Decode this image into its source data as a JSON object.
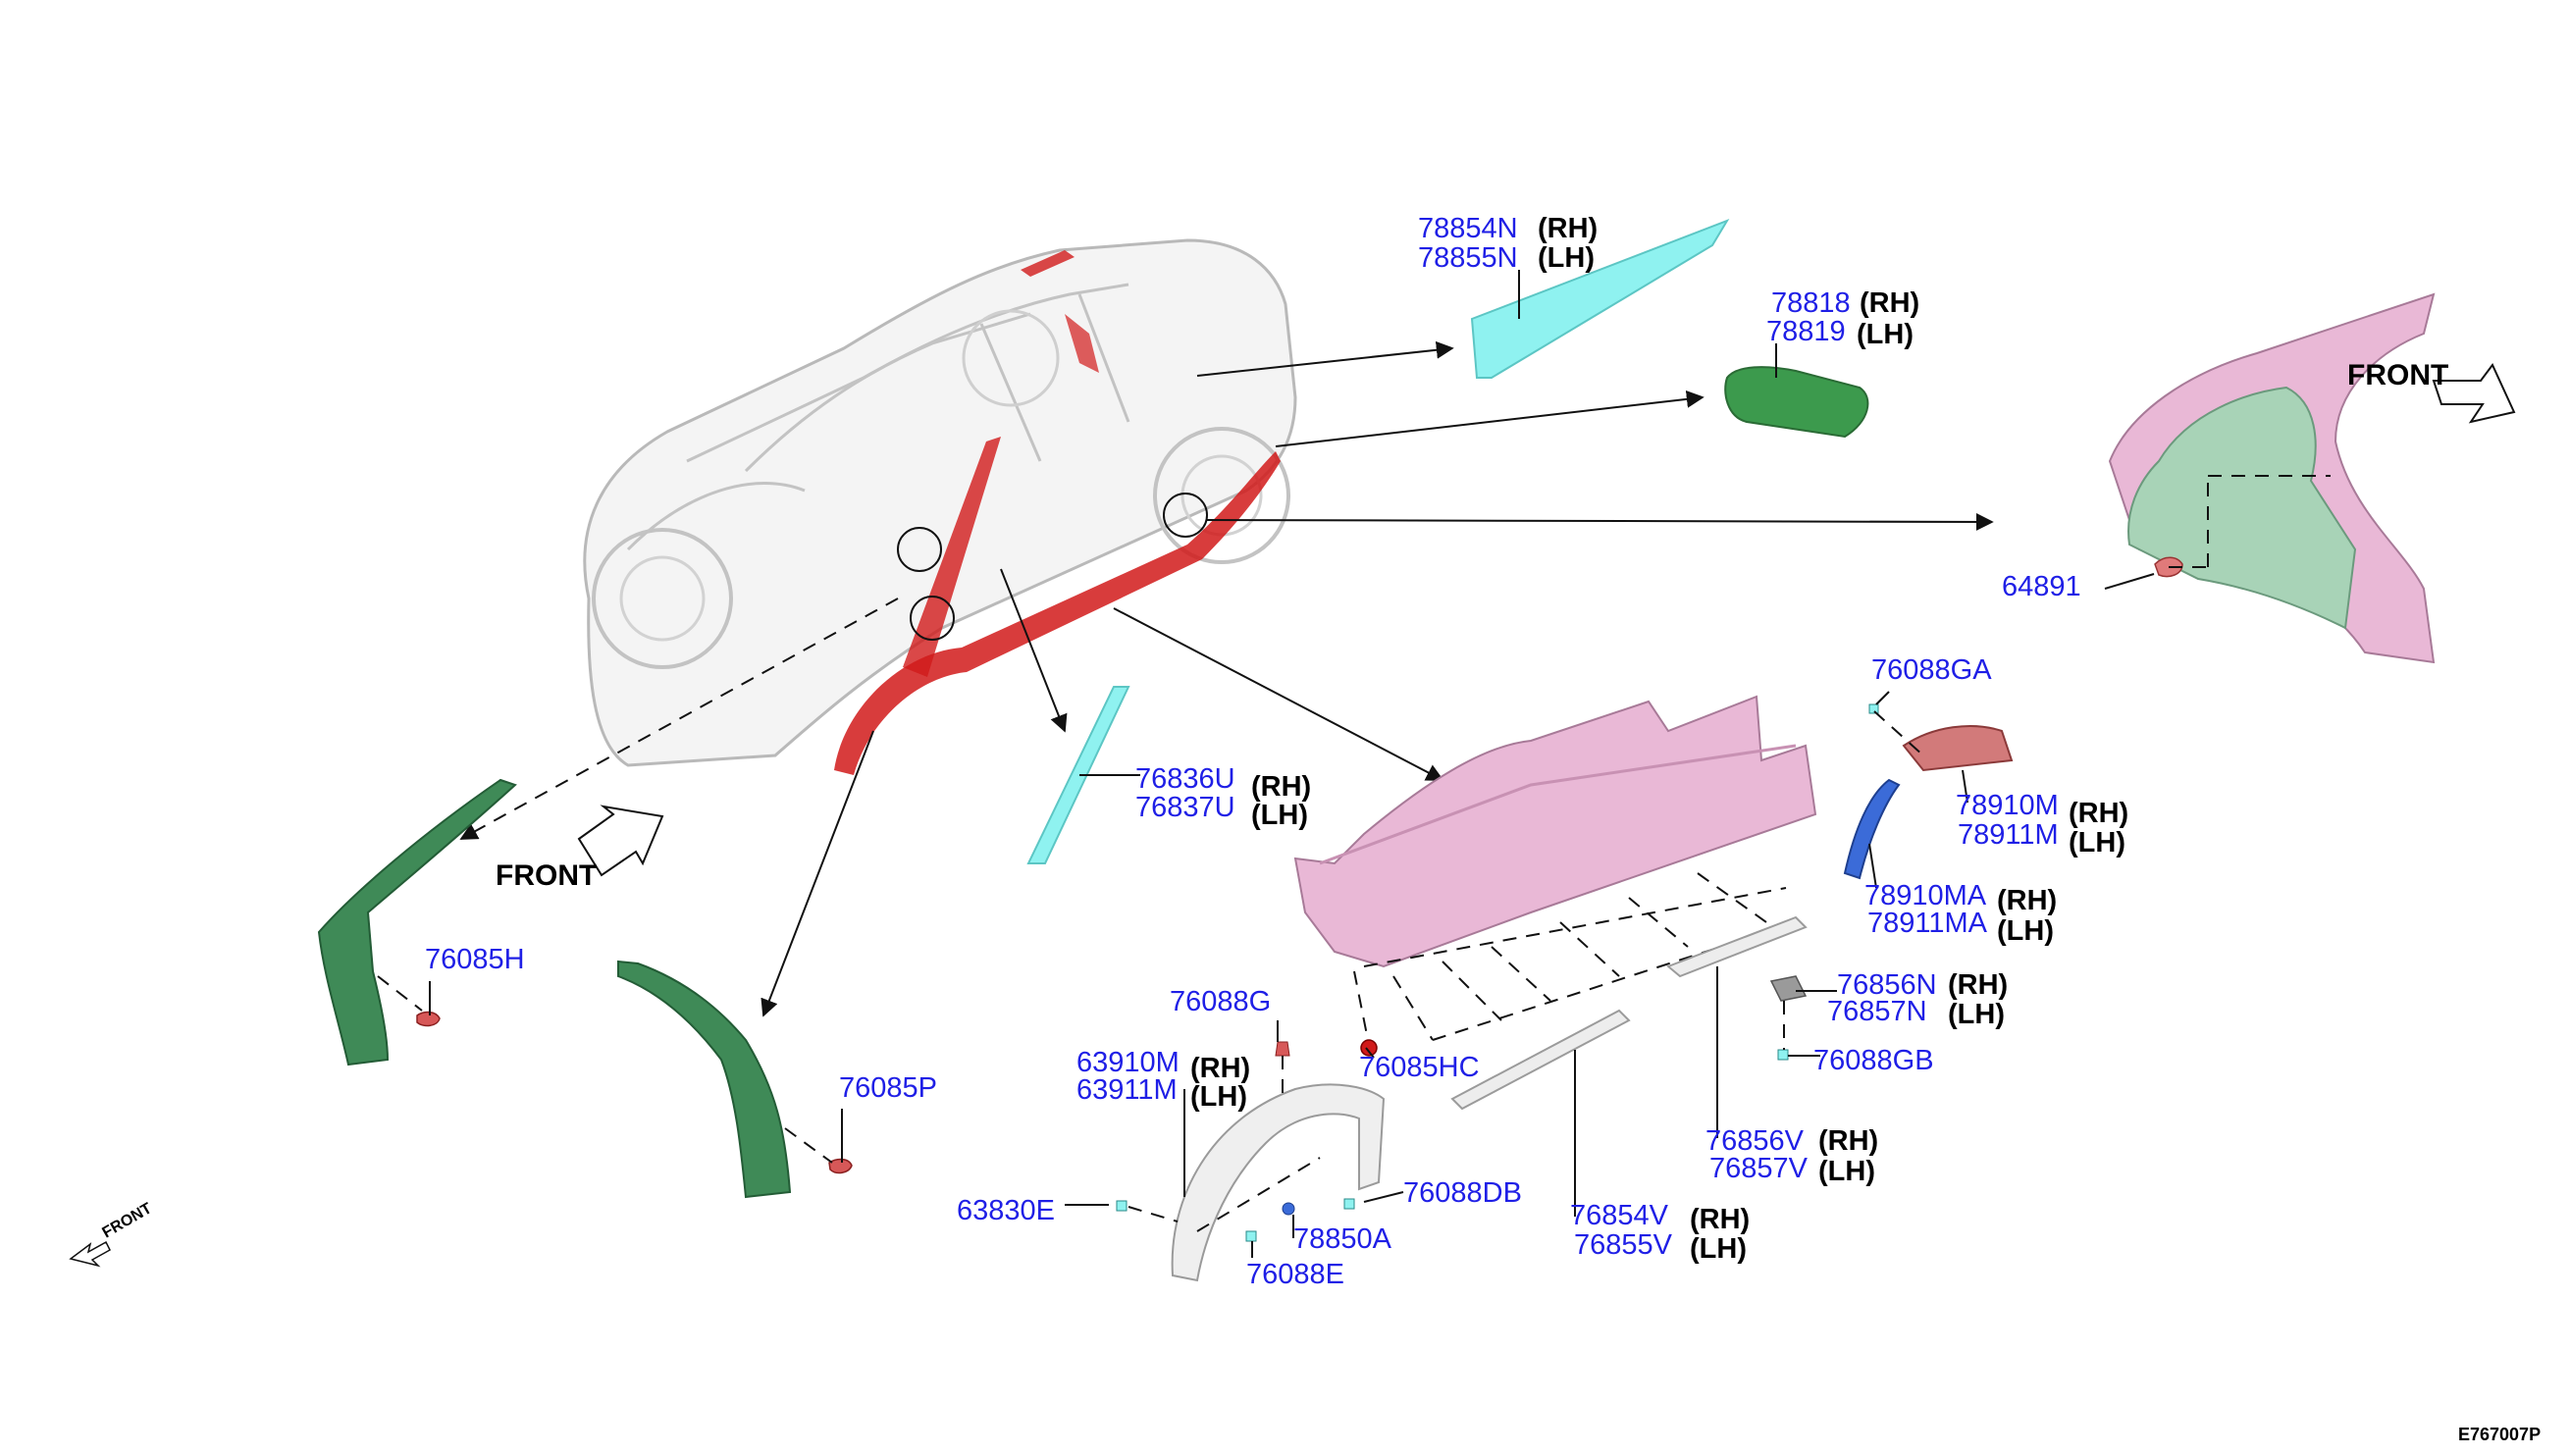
{
  "labels": {
    "l78854n": "78854N",
    "l78855n": "78855N",
    "l78818": "78818",
    "l78819": "78819",
    "l64891": "64891",
    "l76088ga": "76088GA",
    "l78910m": "78910M",
    "l78911m": "78911M",
    "l78910ma": "78910MA",
    "l78911ma": "78911MA",
    "l76836u": "76836U",
    "l76837u": "76837U",
    "l76085h": "76085H",
    "l76085p": "76085P",
    "l76088g": "76088G",
    "l63910m": "63910M",
    "l63911m": "63911M",
    "l76085hc": "76085HC",
    "l76856n": "76856N",
    "l76857n": "76857N",
    "l76088gb": "76088GB",
    "l76856v": "76856V",
    "l76857v": "76857V",
    "l76088db": "76088DB",
    "l63830e": "63830E",
    "l78850a": "78850A",
    "l76088e": "76088E",
    "l76854v": "76854V",
    "l76855v": "76855V"
  },
  "sides": {
    "rh": "(RH)",
    "lh": "(LH)"
  },
  "front_label": "FRONT",
  "front_small": "FRONT",
  "diagram_code": "E767007P",
  "colors": {
    "part_number": "#1f1fe6",
    "body_pink": "#e9b8d6",
    "cyan_part": "#8ff2f0",
    "green_part": "#3c9a4d",
    "red_part": "#cc1616",
    "blue_part": "#3b6bd8",
    "grey_part": "#e6e6e6"
  }
}
